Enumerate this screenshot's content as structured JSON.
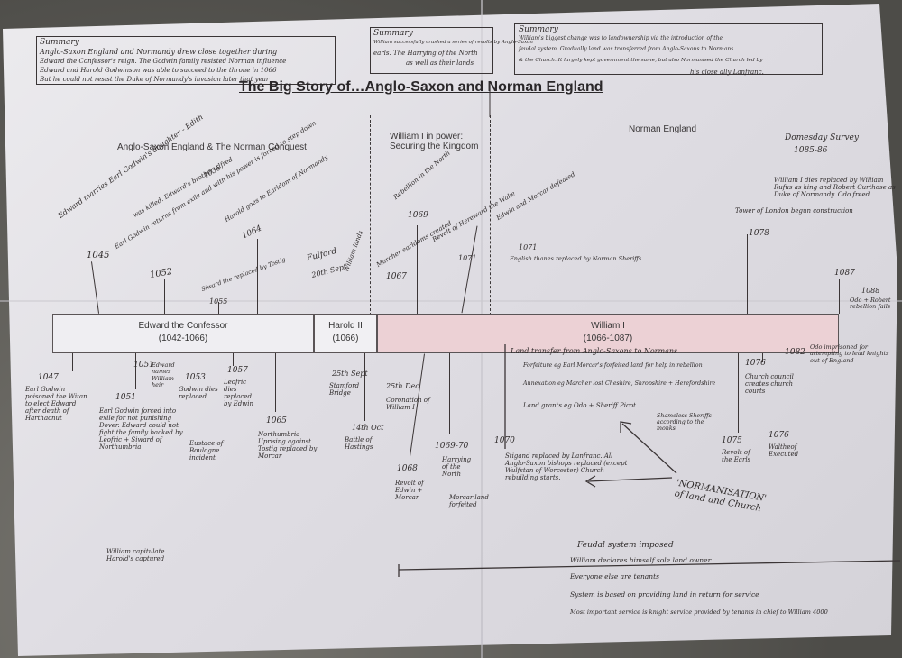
{
  "document": {
    "title": "The Big Story of…Anglo-Saxon and Norman England",
    "summary_label": "Summary"
  },
  "sections": {
    "anglo_saxon": "Anglo-Saxon England & The Norman Conquest",
    "william_power": "William I in power: Securing the Kingdom",
    "norman_england": "Norman England"
  },
  "reigns": [
    {
      "name": "Edward the Confessor",
      "dates": "(1042-1066)"
    },
    {
      "name": "Harold II",
      "dates": "(1066)"
    },
    {
      "name": "William I",
      "dates": "(1066-1087)"
    }
  ],
  "summaries": {
    "left": [
      "Anglo-Saxon England and Normandy drew close together during",
      "Edward the Confessor's reign. The Godwin family resisted Norman influence",
      "Edward and Harold Godwinson was able to succeed to the throne in 1066",
      "But he could not resist the Duke of Normandy's invasion later that year"
    ],
    "middle": [
      "William successfully crushed a series of revolts by Anglo-Saxon",
      "earls. The Harrying of the North",
      "as well as their lands"
    ],
    "right": [
      "William's biggest change was to landownership via the introduction of the",
      "feudal system. Gradually land was transferred from Anglo-Saxons to Normans",
      "& the Church. It largely kept government the same, but also Normanised the Church led by",
      "his close ally Lanfranc."
    ]
  },
  "events_above": [
    {
      "date": "1045",
      "text": "Edward marries Earl Godwin's daughter - Edith"
    },
    {
      "date": "1036",
      "text": "was killed. Edward's brother Alfred"
    },
    {
      "date": "1052",
      "text": "Earl Godwin returns from exile and with his power is forced to step down"
    },
    {
      "date": "1064",
      "text": "Harold goes to Earldom of Normandy"
    },
    {
      "date": "1055",
      "text": "Siward the replaced by Tostig"
    },
    {
      "date": "20th Sept",
      "text": "Fulford"
    },
    {
      "date": "25th Sept",
      "text": "Stamford Bridge"
    },
    {
      "date": "1067",
      "text": "Marcher earldoms created"
    },
    {
      "date": "1069",
      "text": "Rebellion in the North"
    },
    {
      "date": "1071",
      "text": "Revolt of Hereward the Wake"
    },
    {
      "date": "1071",
      "text": "Edwin and Morcar defeated"
    },
    {
      "date": "1071",
      "text": "English thanes replaced by Norman Sheriffs"
    },
    {
      "date": "1078",
      "text": "Tower of London begun construction"
    },
    {
      "date": "1085-86",
      "text": "Domesday Survey"
    },
    {
      "date": "1087",
      "text": "William I dies replaced by William Rufus as king and Robert Curthose as Duke of Normandy. Odo freed."
    },
    {
      "date": "1088",
      "text": "Odo + Robert rebellion fails"
    }
  ],
  "events_below": [
    {
      "date": "1047",
      "text": "Earl Godwin poisoned the Witan to elect Edward after death of Harthacnut"
    },
    {
      "date": "1051",
      "text": "Earl Godwin forced into exile for not punishing Dover. Edward could not fight the family backed by Leofric + Siward of Northumbria"
    },
    {
      "date": "1051",
      "text": "Edward names William heir"
    },
    {
      "date": "1053",
      "text": "Godwin dies replaced"
    },
    {
      "date": "1057",
      "text": "Leofric dies replaced by Edwin"
    },
    {
      "date": "",
      "text": "Eustace of Boulogne incident"
    },
    {
      "date": "1065",
      "text": "Northumbria Uprising against Tostig replaced by Morcar"
    },
    {
      "date": "14th Oct",
      "text": "Battle of Hastings"
    },
    {
      "date": "25th Dec",
      "text": "Coronation of William I"
    },
    {
      "date": "1068",
      "text": "Revolt of Edwin + Morcar"
    },
    {
      "date": "1069-70",
      "text": "Harrying of the North"
    },
    {
      "date": "",
      "text": "Morcar land forfeited"
    },
    {
      "date": "1070",
      "text": "Stigand replaced by Lanfranc. All Anglo-Saxon bishops replaced (except Wulfstan of Worcester) Church rebuilding starts."
    },
    {
      "date": "1075",
      "text": "Revolt of the Earls"
    },
    {
      "date": "1076",
      "text": "Church council creates church courts"
    },
    {
      "date": "1076",
      "text": "Waltheof Executed"
    },
    {
      "date": "1082",
      "text": "Odo imprisoned for attempting to lead knights out of England"
    }
  ],
  "land_transfer": {
    "heading": "Land transfer from Anglo-Saxons to Normans",
    "items": [
      "Forfeiture eg Earl Morcar's forfeited land for help in rebellion",
      "Annexation eg Marcher lost Cheshire, Shropshire + Herefordshire",
      "Land grants eg Odo + Sheriff Picot"
    ],
    "aside": "Shameless Sheriffs according to the monks"
  },
  "normanisation": {
    "text": "'NORMANISATION' of land and Church"
  },
  "feudal": {
    "heading": "Feudal system imposed",
    "items": [
      "William declares himself sole land owner",
      "Everyone else are tenants",
      "System is based on providing land in return for service",
      "Most important service is knight service provided by tenants in chief to William 4000"
    ]
  },
  "extra": {
    "william_capitulate": "William capitulate Harold's captured",
    "william_lands": "William lands"
  }
}
